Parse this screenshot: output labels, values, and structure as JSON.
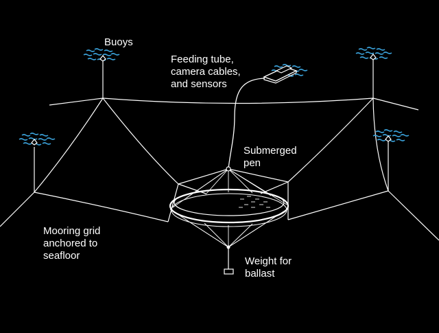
{
  "labels": {
    "buoys": "Buoys",
    "feeding_tube": "Feeding tube,\ncamera cables,\nand sensors",
    "submerged_pen": "Submerged\npen",
    "mooring_grid": "Mooring grid\nanchored to\nseafloor",
    "weight": "Weight for\nballast"
  },
  "colors": {
    "background": "#000000",
    "line": "#ffffff",
    "water": "#3aa0d8",
    "text": "#ffffff"
  },
  "icons": {
    "buoy": "buoy-icon",
    "boat": "feeding-boat-icon",
    "pen": "submerged-pen-icon",
    "fish": "fish-school-icon",
    "weight": "ballast-weight-icon"
  }
}
